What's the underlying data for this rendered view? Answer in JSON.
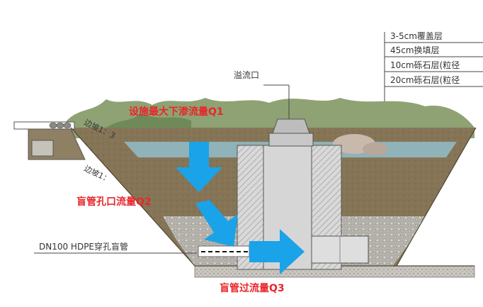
{
  "layers": [
    "3-5cm覆盖层",
    "45cm换填层",
    "10cm砾石层(粒径",
    "20cm砾石层(粒径"
  ],
  "labels": {
    "overflow": "溢流口",
    "slope_top": "边坡1：3",
    "slope_bottom": "边坡1：",
    "pipe": "DN100 HDPE穿孔盲管"
  },
  "flows": {
    "q1": "设施最大下渗流量Q1",
    "q2": "盲管孔口流量Q2",
    "q3": "盲管过流量Q3"
  },
  "colors": {
    "arrow": "#1aa3e8",
    "flow_text": "#e8262a",
    "soil": "#8a7a5c",
    "gravel": "#b9b6ae",
    "water": "#8fb3b8"
  }
}
